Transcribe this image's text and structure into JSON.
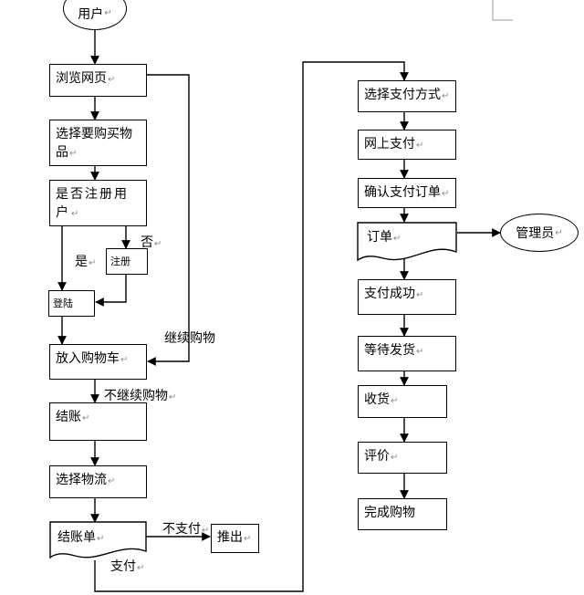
{
  "nodes": {
    "user": "用户",
    "browse": "浏览网页",
    "select_items": "选择要购买物品",
    "is_registered": "是否注册用户",
    "register": "注册",
    "login": "登陆",
    "add_to_cart": "放入购物车",
    "checkout": "结账",
    "choose_logistics": "选择物流",
    "bill": "结账单",
    "exit": "推出",
    "choose_payment": "选择支付方式",
    "online_pay": "网上支付",
    "confirm_order": "确认支付订单",
    "order": "订单",
    "admin": "管理员",
    "pay_success": "支付成功",
    "await_shipping": "等待发货",
    "receive": "收货",
    "review": "评价",
    "complete": "完成购物"
  },
  "edge_labels": {
    "continue_shopping": "继续购物",
    "stop_shopping": "不继续购物",
    "yes": "是",
    "no": "否",
    "no_pay": "不支付",
    "pay": "支付"
  },
  "paragraph_mark": "↵"
}
